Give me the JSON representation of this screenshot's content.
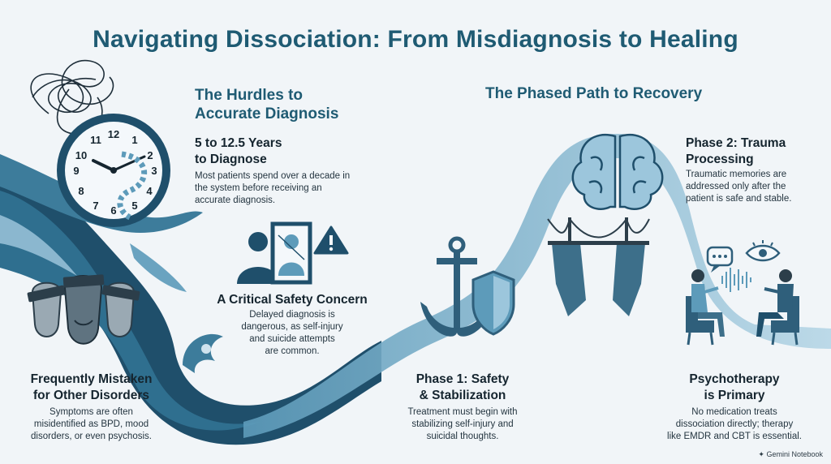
{
  "title": "Navigating Dissociation: From Misdiagnosis to Healing",
  "hurdles": {
    "heading": "The Hurdles to\nAccurate Diagnosis",
    "years": {
      "heading": "5 to 12.5 Years\nto Diagnose",
      "text": "Most patients spend over a decade in\nthe system before receiving an\naccurate diagnosis."
    },
    "safety": {
      "heading": "A Critical Safety Concern",
      "text": "Delayed diagnosis is\ndangerous, as self-injury\nand suicide attempts\nare common."
    },
    "mistaken": {
      "heading": "Frequently Mistaken\nfor Other Disorders",
      "text": "Symptoms are often\nmisidentified as BPD, mood\ndisorders, or even psychosis."
    }
  },
  "recovery": {
    "heading": "The Phased Path to Recovery",
    "phase1": {
      "heading": "Phase 1: Safety\n& Stabilization",
      "text": "Treatment must begin with\nstabilizing self-injury and\nsuicidal thoughts."
    },
    "phase2": {
      "heading": "Phase 2: Trauma\nProcessing",
      "text": "Traumatic memories are\naddressed only after the\npatient is safe and stable."
    },
    "psychotherapy": {
      "heading": "Psychotherapy\nis Primary",
      "text": "No medication treats\ndissociation directly; therapy\nlike EMDR and CBT is essential."
    }
  },
  "clock_numbers": [
    "12",
    "1",
    "2",
    "3",
    "4",
    "5",
    "6",
    "7",
    "8",
    "9",
    "10",
    "11"
  ],
  "footer": "Gemini Notebook",
  "colors": {
    "dark": "#1f4f6b",
    "mid": "#2f6f8f",
    "light": "#9cc6dc",
    "pale": "#cfe3ee",
    "title": "#1f5b73"
  },
  "icons": [
    "clock-icon",
    "tangled-thread-icon",
    "masks-icon",
    "person-mirror-icon",
    "warning-icon",
    "wave-icon",
    "anchor-icon",
    "shield-icon",
    "brain-icon",
    "bridge-icon",
    "therapy-session-icon",
    "speech-bubble-icon",
    "eye-icon"
  ]
}
